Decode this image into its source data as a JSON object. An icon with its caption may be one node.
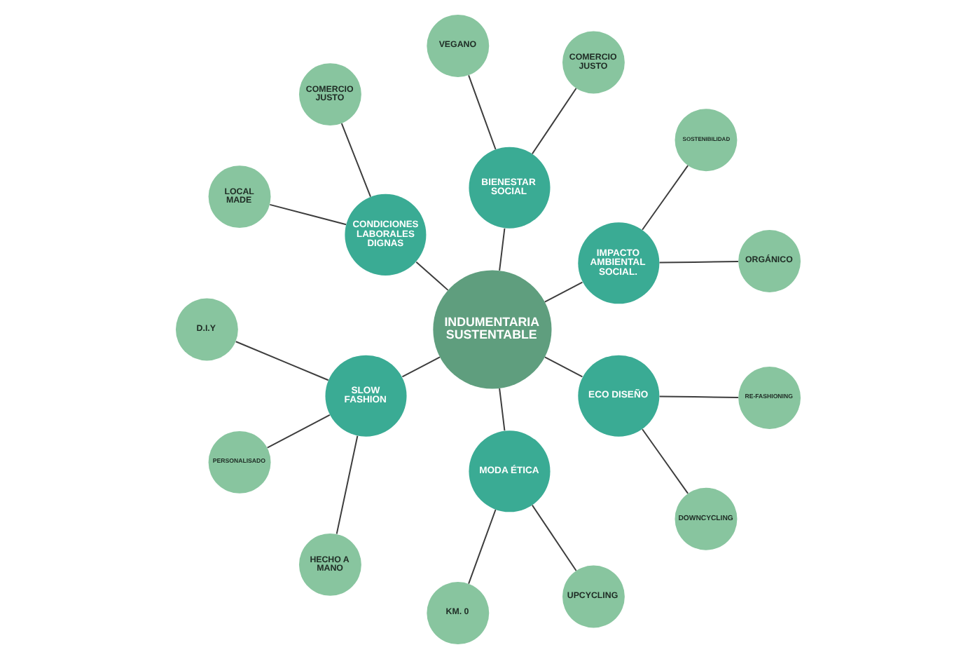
{
  "diagram": {
    "nodes": [
      {
        "text": [
          "ORGÁNICO"
        ]
      },
      {
        "text": [
          "COMERCIO JUSTO"
        ]
      },
      {
        "text": [
          "IMPACTO AMBIENTAL SOCIAL."
        ]
      },
      {
        "text": [
          "SOSTENIBILIDAD"
        ]
      },
      {
        "text": [
          "COMERCIO JUSTO"
        ]
      },
      {
        "text": [
          "VEGANO"
        ]
      },
      {
        "text": [
          "BIENESTAR SOCIAL"
        ]
      },
      {
        "text": [
          "CONDICIONES LABORALES DIGNAS"
        ]
      },
      {
        "text": [
          "LOCAL MADE"
        ]
      },
      {
        "text": [
          "INDUMENTARIA SUSTENTABLE"
        ]
      },
      {
        "text": [
          "D.I.Y"
        ]
      },
      {
        "text": [
          "KM. 0"
        ]
      },
      {
        "text": [
          "SLOW FASHION"
        ]
      },
      {
        "text": [
          "MODA ÉTICA"
        ]
      },
      {
        "text": [
          "PERSONALISADO"
        ]
      },
      {
        "text": [
          "DOWNCYCLING"
        ]
      },
      {
        "text": [
          "UPCYCLING"
        ]
      },
      {
        "text": [
          "ECO DISEÑO"
        ]
      },
      {
        "text": [
          "RE-FASHIONING"
        ]
      },
      {
        "text": [
          "HECHO A MANO"
        ]
      }
    ],
    "edges": [
      {
        "from": 9,
        "to": 2,
        "arrow": "none"
      },
      {
        "from": 9,
        "to": 6,
        "arrow": "none"
      },
      {
        "from": 9,
        "to": 7,
        "arrow": "none"
      },
      {
        "from": 9,
        "to": 12,
        "arrow": "none"
      },
      {
        "from": 9,
        "to": 13,
        "arrow": "none"
      },
      {
        "from": 9,
        "to": 17,
        "arrow": "none"
      },
      {
        "from": 2,
        "to": 0,
        "arrow": "none"
      },
      {
        "from": 2,
        "to": 3,
        "arrow": "none"
      },
      {
        "from": 6,
        "to": 1,
        "arrow": "none"
      },
      {
        "from": 6,
        "to": 5,
        "arrow": "none"
      },
      {
        "from": 7,
        "to": 4,
        "arrow": "none"
      },
      {
        "from": 7,
        "to": 8,
        "arrow": "none"
      },
      {
        "from": 12,
        "to": 10,
        "arrow": "none"
      },
      {
        "from": 12,
        "to": 14,
        "arrow": "none"
      },
      {
        "from": 12,
        "to": 19,
        "arrow": "none"
      },
      {
        "from": 13,
        "to": 11,
        "arrow": "none"
      },
      {
        "from": 13,
        "to": 16,
        "arrow": "none"
      },
      {
        "from": 17,
        "to": 15,
        "arrow": "none"
      },
      {
        "from": 17,
        "to": 18,
        "arrow": "none"
      }
    ]
  }
}
